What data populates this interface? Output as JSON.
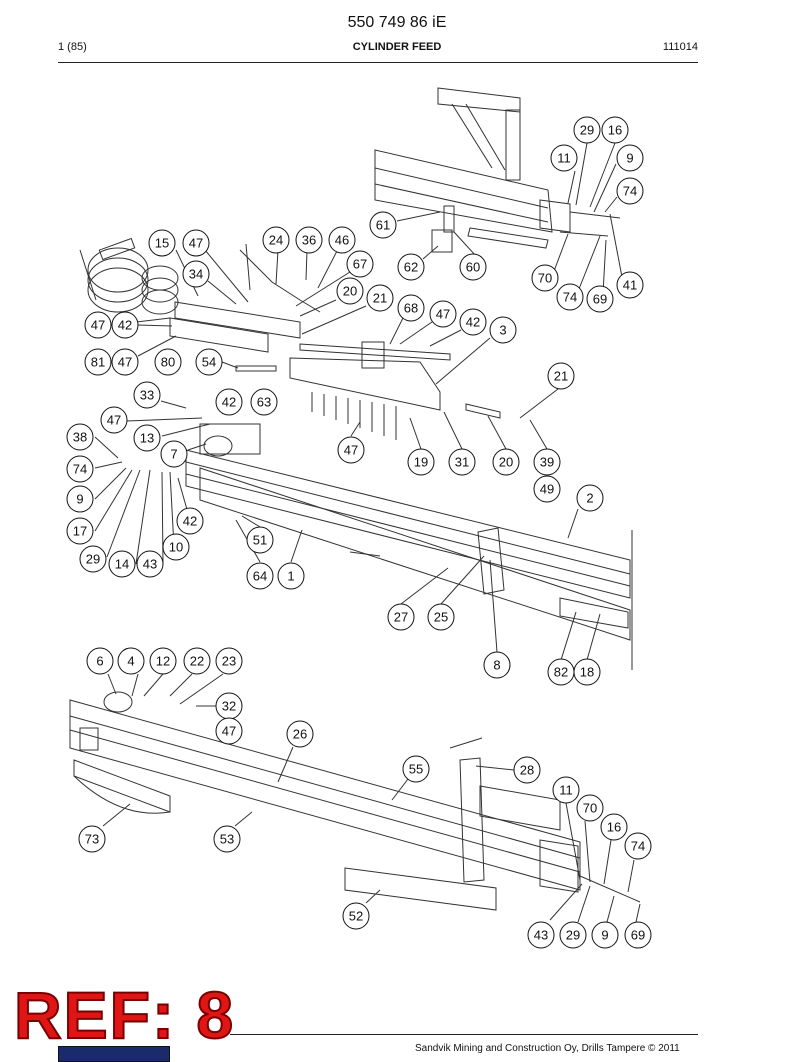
{
  "header": {
    "doc_number": "550 749 86 iE",
    "page_count": "1 (85)",
    "section_title": "CYLINDER FEED",
    "date": "111014"
  },
  "callouts": [
    "29",
    "16",
    "11",
    "9",
    "74",
    "61",
    "62",
    "60",
    "70",
    "74",
    "69",
    "41",
    "15",
    "47",
    "24",
    "36",
    "46",
    "67",
    "34",
    "20",
    "21",
    "68",
    "47",
    "42",
    "3",
    "47",
    "42",
    "81",
    "47",
    "80",
    "54",
    "21",
    "33",
    "42",
    "63",
    "47",
    "13",
    "38",
    "7",
    "47",
    "19",
    "31",
    "20",
    "39",
    "49",
    "74",
    "9",
    "17",
    "2",
    "29",
    "14",
    "43",
    "10",
    "42",
    "51",
    "64",
    "1",
    "27",
    "25",
    "8",
    "82",
    "18",
    "6",
    "4",
    "12",
    "22",
    "23",
    "32",
    "47",
    "26",
    "55",
    "28",
    "11",
    "70",
    "16",
    "74",
    "73",
    "53",
    "52",
    "43",
    "29",
    "9",
    "69"
  ],
  "stamp": {
    "text": "REF: 8",
    "color": "#e01515"
  },
  "footer": {
    "text": "Sandvik Mining and Construction Oy, Drills Tampere © 2011"
  }
}
